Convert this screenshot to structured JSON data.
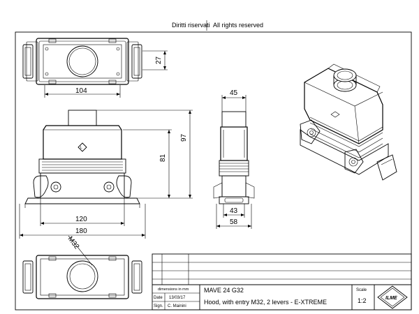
{
  "header": {
    "rights_it": "Diritti riservati",
    "rights_en": "All rights reserved"
  },
  "dimensions": {
    "top_width": "104",
    "top_depth": "27",
    "front_height_total": "97",
    "front_height_body": "81",
    "front_inner_width": "120",
    "front_outer_width": "180",
    "side_top_width": "45",
    "side_inner_width": "43",
    "side_outer_width": "58",
    "entry_thread": "M32"
  },
  "title_block": {
    "units_note": "dimensions in mm",
    "date_label": "Date",
    "date_value": "13/03/17",
    "sign_label": "Sign.",
    "sign_value": "C. Mainini",
    "part_code": "MAVE 24 G32",
    "description": "Hood, with  entry M32, 2 levers  - E-XTREME",
    "scale_label": "Scale",
    "scale_value": "1:2",
    "logo_text": "ILME"
  }
}
